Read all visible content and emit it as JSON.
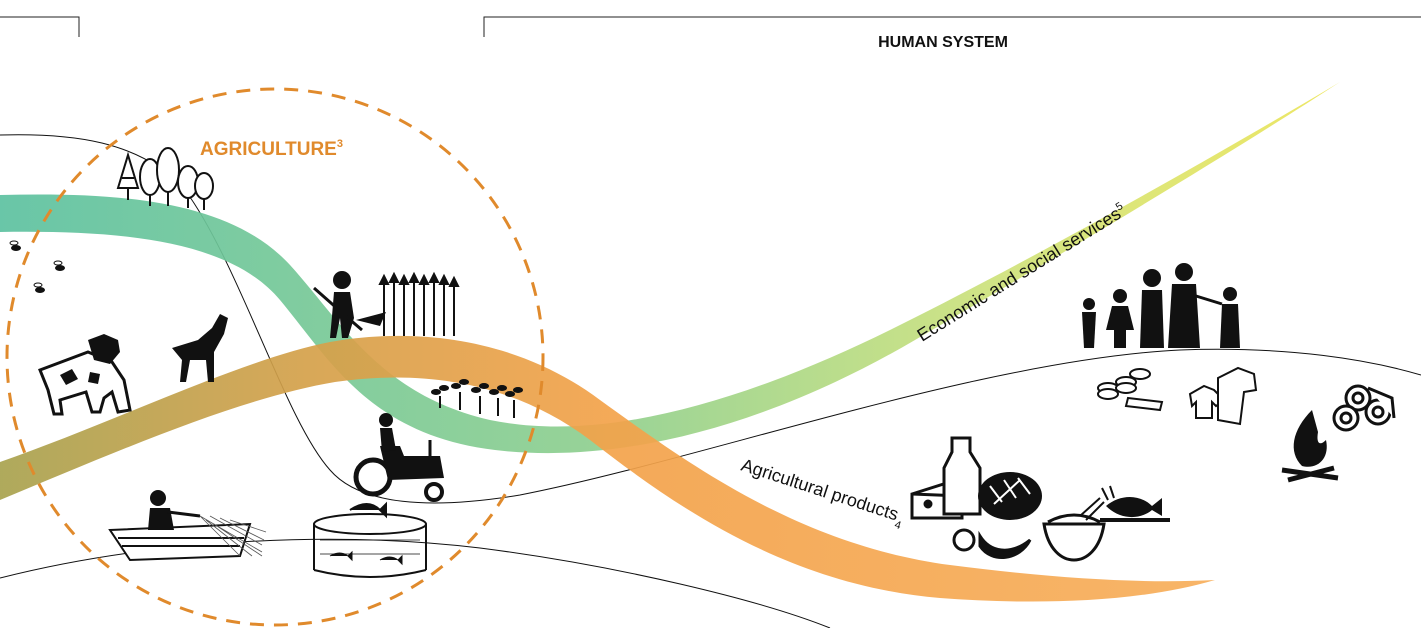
{
  "header": {
    "title": "HUMAN SYSTEM"
  },
  "agriculture": {
    "label": "AGRICULTURE",
    "note": "3"
  },
  "flows": {
    "services": {
      "label": "Economic and social services",
      "note": "5"
    },
    "products": {
      "label": "Agricultural products",
      "note": "4"
    }
  },
  "colors": {
    "agriculture_accent": "#e08a2c",
    "flow_green": "#5cc1a0",
    "flow_yellow": "#ece557",
    "flow_orange": "#f3a24a",
    "flow_olive": "#a8a24e",
    "ink": "#111111"
  },
  "icons": [
    "trees-icon",
    "bees-icon",
    "cow-icon",
    "goat-icon",
    "farmer-plowing-icon",
    "wheat-icon",
    "crop-seedlings-icon",
    "tractor-icon",
    "fisherman-boat-icon",
    "fish-farm-icon",
    "family-icon",
    "coins-icon",
    "clothing-icon",
    "campfire-icon",
    "firewood-icon",
    "cheese-icon",
    "milk-bottle-icon",
    "bread-icon",
    "fruit-icon",
    "rice-bowl-icon",
    "fish-plate-icon"
  ]
}
